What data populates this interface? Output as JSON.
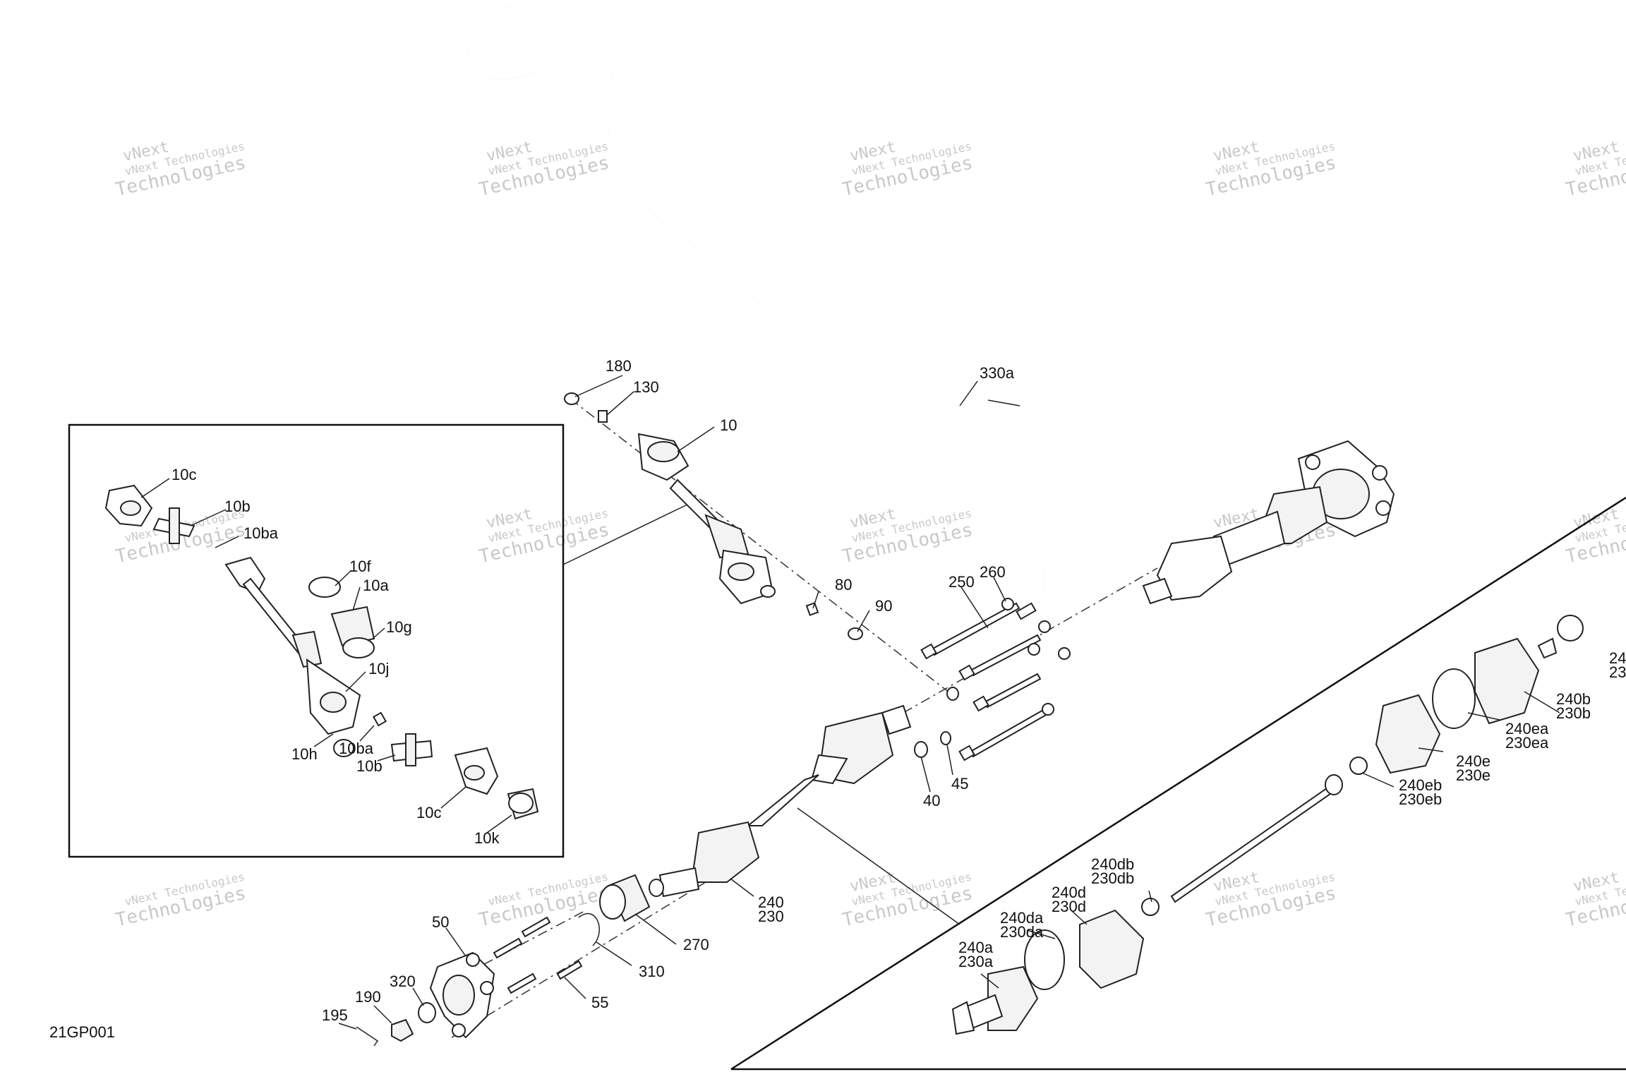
{
  "drawing": {
    "code": "21GP001",
    "watermark_line1": "vNext Technologies",
    "watermark_line2": "Technologies",
    "watermark_line3": "vNext"
  },
  "callouts": {
    "c180": "180",
    "c130": "130",
    "c10": "10",
    "c330a": "330a",
    "c80": "80",
    "c90": "90",
    "c250": "250",
    "c260": "260",
    "c40": "40",
    "c45": "45",
    "c240": "240",
    "c230": "230",
    "c270": "270",
    "c310": "310",
    "c50": "50",
    "c55": "55",
    "c320": "320",
    "c190": "190",
    "c195": "195"
  },
  "detail_inset": {
    "c10c_top": "10c",
    "c10b_top": "10b",
    "c10ba_top": "10ba",
    "c10f": "10f",
    "c10a": "10a",
    "c10g": "10g",
    "c10j": "10j",
    "c10h": "10h",
    "c10ba_bot": "10ba",
    "c10b_bot": "10b",
    "c10c_bot": "10c",
    "c10k": "10k"
  },
  "axle_breakdown": {
    "c240_r": "24",
    "c230_r": "23",
    "c240b": "240b",
    "c230b": "230b",
    "c240ea": "240ea",
    "c230ea": "230ea",
    "c240e": "240e",
    "c230e": "230e",
    "c240eb": "240eb",
    "c230eb": "230eb",
    "c240db": "240db",
    "c230db": "230db",
    "c240d": "240d",
    "c230d": "230d",
    "c240da": "240da",
    "c230da": "230da",
    "c240a": "240a",
    "c230a": "230a"
  }
}
